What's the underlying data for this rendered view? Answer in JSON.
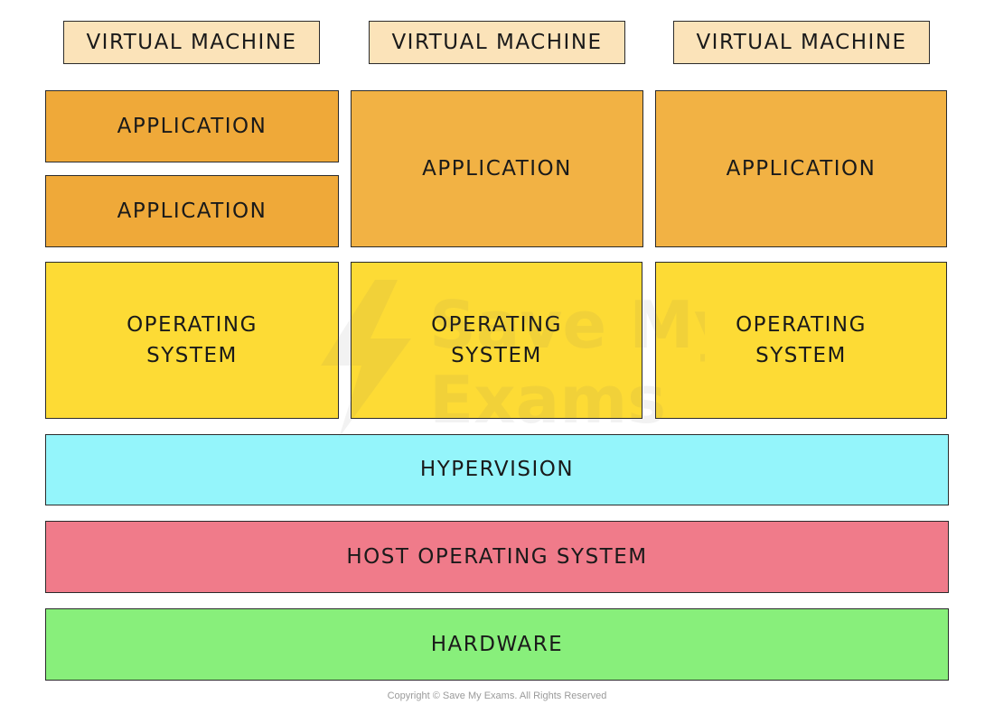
{
  "virtual_machines": [
    {
      "label": "VIRTUAL MACHINE"
    },
    {
      "label": "VIRTUAL MACHINE"
    },
    {
      "label": "VIRTUAL MACHINE"
    }
  ],
  "vm1": {
    "application_1": "APPLICATION",
    "application_2": "APPLICATION",
    "operating_system": "OPERATING\nSYSTEM"
  },
  "vm2": {
    "application": "APPLICATION",
    "operating_system": "OPERATING\nSYSTEM"
  },
  "vm3": {
    "application": "APPLICATION",
    "operating_system": "OPERATING\nSYSTEM"
  },
  "layers": {
    "hypervision": "HYPERVISION",
    "host_os": "HOST OPERATING SYSTEM",
    "hardware": "HARDWARE"
  },
  "watermark": {
    "line1": "Save My",
    "line2": "Exams"
  },
  "copyright": "Copyright © Save My Exams. All Rights Reserved",
  "colors": {
    "vm_label_bg": "#fbe3b9",
    "application": "#efa939",
    "operating_system": "#fddb35",
    "hypervision": "#94f5fb",
    "host_os": "#f07b8a",
    "hardware": "#88ef7b"
  }
}
